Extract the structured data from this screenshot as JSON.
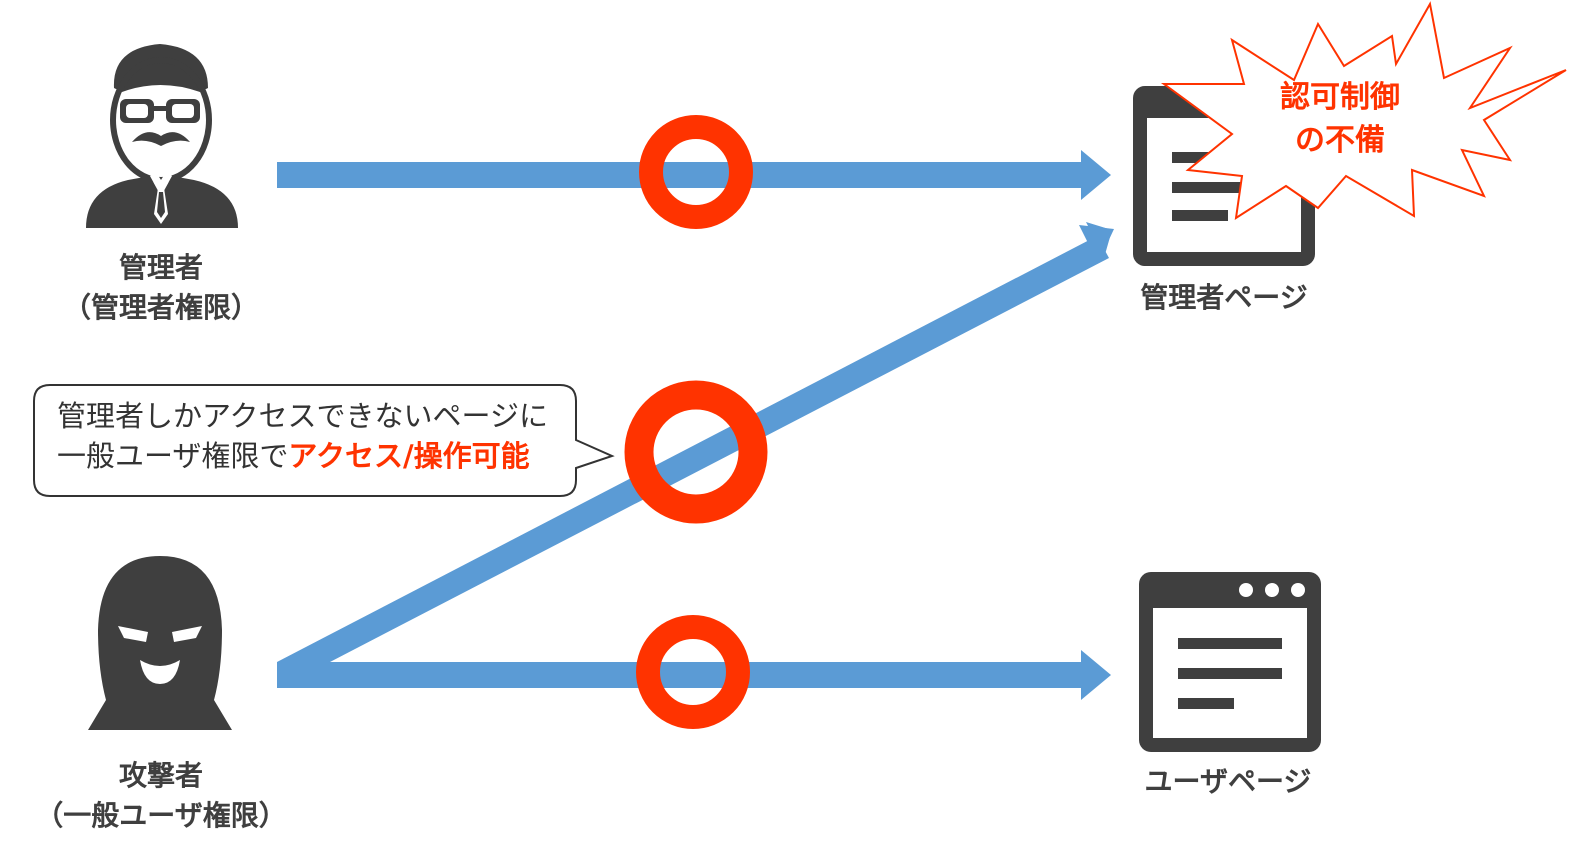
{
  "actors": {
    "admin": {
      "name": "管理者",
      "role": "（管理者権限）",
      "icon": "admin-person-icon"
    },
    "attacker": {
      "name": "攻撃者",
      "role": "（一般ユーザ権限）",
      "icon": "attacker-masked-icon"
    }
  },
  "pages": {
    "admin_page": {
      "label": "管理者ページ",
      "icon": "admin-page-document-icon"
    },
    "user_page": {
      "label": "ユーザページ",
      "icon": "user-page-window-icon"
    }
  },
  "callout": {
    "line1": "管理者しかアクセスできないページに",
    "line2_prefix": "一般ユーザ権限で",
    "line2_highlight": "アクセス/操作可能"
  },
  "burst": {
    "line1": "認可制御",
    "line2": "の不備"
  },
  "access_marks": {
    "symbol": "circle-ok-icon",
    "count": 3
  },
  "colors": {
    "arrow": "#5b9bd5",
    "mark": "#ff3300",
    "icon": "#3f3f3f",
    "highlight": "#ff3300"
  }
}
